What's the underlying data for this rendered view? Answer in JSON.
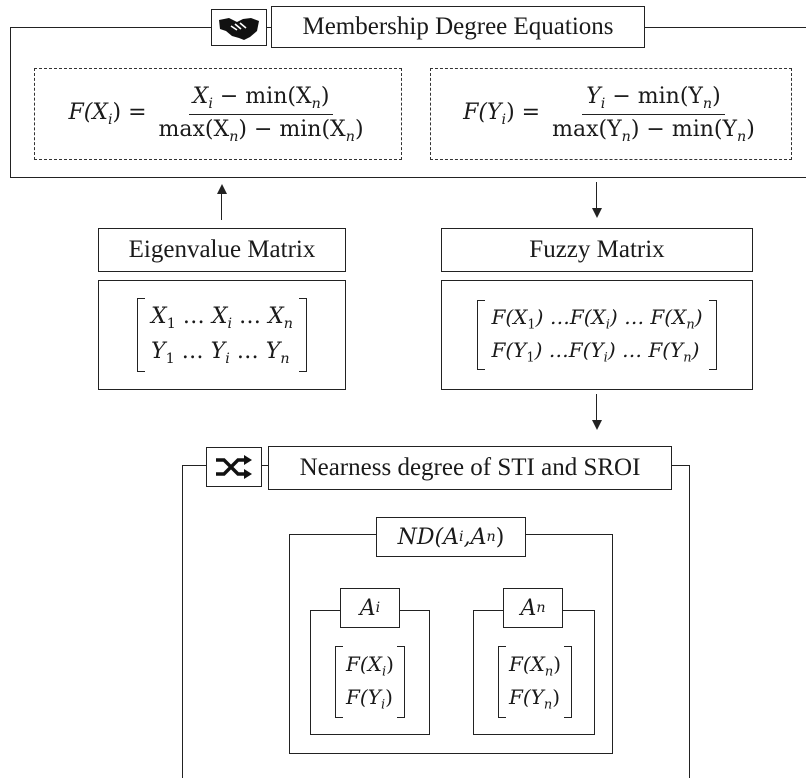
{
  "membership": {
    "title": "Membership Degree Equations",
    "icon": "handshake-icon",
    "eq_x": {
      "lhs": "F(X",
      "lhs_sub": "i",
      "num": "X",
      "num_sub": "i",
      "num_rest": " − min(X",
      "num_rest_sub": "n",
      "den_a": "max(X",
      "den_a_sub": "n",
      "den_b": ") − min(X",
      "den_b_sub": "n"
    },
    "eq_y": {
      "lhs": "F(Y",
      "lhs_sub": "i",
      "num": "Y",
      "num_sub": "i",
      "num_rest": " − min(Y",
      "num_rest_sub": "n",
      "den_a": "max(Y",
      "den_a_sub": "n",
      "den_b": ") − min(Y",
      "den_b_sub": "n"
    }
  },
  "eigen": {
    "title": "Eigenvalue  Matrix",
    "row1": [
      "X",
      "1",
      " … ",
      "X",
      "i",
      " … ",
      "X",
      "n"
    ],
    "row2": [
      "Y",
      "1",
      " … ",
      "Y",
      "i",
      " … ",
      "Y",
      "n"
    ]
  },
  "fuzzy": {
    "title": "Fuzzy Matrix",
    "row1": [
      "F(X",
      "1",
      ") …F(X",
      "i",
      ") … F(X",
      "n",
      ")"
    ],
    "row2": [
      "F(Y",
      "1",
      ") …F(Y",
      "i",
      ") … F(Y",
      "n",
      ")"
    ]
  },
  "nearness": {
    "title": "Nearness degree of STI and SROI",
    "icon": "shuffle-icon",
    "nd": {
      "text": "ND(A",
      "sub1": "i",
      "mid": ",A",
      "sub2": "n",
      "end": ")"
    },
    "ai": {
      "label": "A",
      "sub": "i",
      "r1": "F(X",
      "r1s": "i",
      "r2": "F(Y",
      "r2s": "i"
    },
    "an": {
      "label": "A",
      "sub": "n",
      "r1": "F(X",
      "r1s": "n",
      "r2": "F(Y",
      "r2s": "n"
    }
  }
}
